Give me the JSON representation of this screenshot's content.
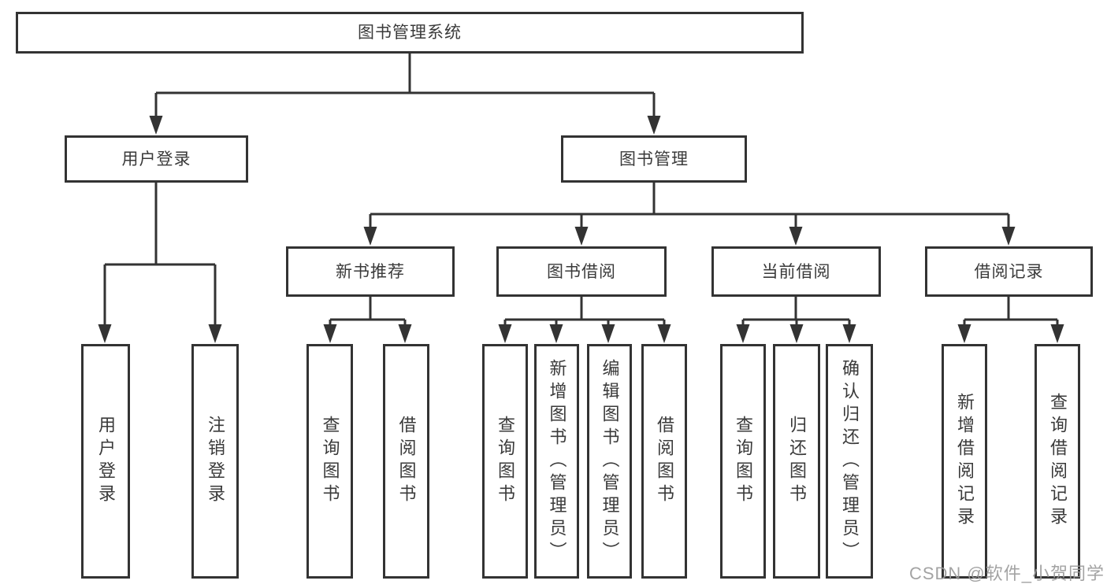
{
  "title": "图书管理系统",
  "level2": {
    "user_login": "用户登录",
    "book_mgmt": "图书管理"
  },
  "level3": {
    "new_books": "新书推荐",
    "borrow": "图书借阅",
    "current": "当前借阅",
    "records": "借阅记录"
  },
  "leaves": {
    "user_login": [
      "用户登录",
      "注销登录"
    ],
    "new_books": [
      "查询图书",
      "借阅图书"
    ],
    "borrow": [
      "查询图书",
      "新增图书（管理员）",
      "编辑图书（管理员）",
      "借阅图书"
    ],
    "current": [
      "查询图书",
      "归还图书",
      "确认归还（管理员）"
    ],
    "records": [
      "新增借阅记录",
      "查询借阅记录"
    ]
  },
  "watermark": "CSDN @软件_小贺同学",
  "colors": {
    "line": "#333333",
    "text": "#3a3a3a",
    "watermark": "#9a9a9a",
    "background": "#ffffff"
  }
}
